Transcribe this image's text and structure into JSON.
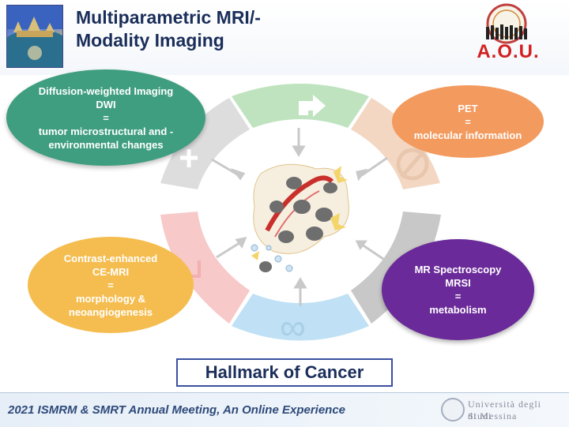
{
  "slide": {
    "title": "Multiparametric MRI/-\nModality Imaging",
    "title_line1": "Multiparametric MRI/-",
    "title_line2": "Modality Imaging",
    "logo_right_text": "A.O.U.",
    "center_label": "Hallmark of Cancer",
    "footer": "2021 ISMRM & SMRT Annual Meeting, An Online Experience",
    "university_line1": "Università degli Studi",
    "university_line2": "di Messina"
  },
  "bubbles": {
    "dwi": {
      "lines": [
        "Diffusion-weighted Imaging",
        "DWI",
        "=",
        "tumor microstructural and -",
        "environmental changes"
      ],
      "color": "#3f9e7f"
    },
    "pet": {
      "lines": [
        "PET",
        "=",
        "molecular information"
      ],
      "color": "#f39a5e"
    },
    "ce": {
      "lines": [
        "Contrast-enhanced",
        "CE-MRI",
        "=",
        "morphology &",
        "neoangiogenesis"
      ],
      "color": "#f5bd4f"
    },
    "mrs": {
      "lines": [
        "MR Spectroscopy",
        "MRSI",
        "=",
        "metabolism"
      ],
      "color": "#6a2a99"
    }
  },
  "ring_colors": [
    "#bfe3bf",
    "#f3d7c2",
    "#cccccc",
    "#bfe0f5",
    "#f7c9c9",
    "#dddddd"
  ],
  "title_color": "#1a2e5a"
}
